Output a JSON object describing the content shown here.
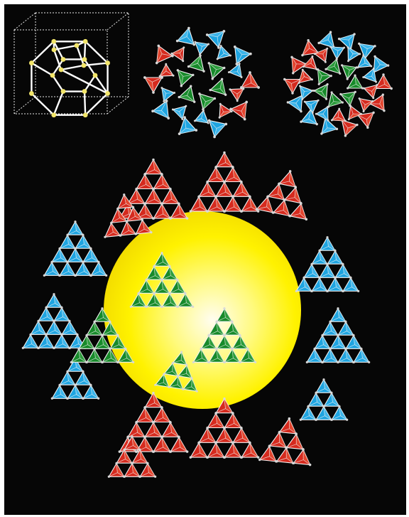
{
  "figure": {
    "background": "#060606",
    "frame_color": "#ffffff",
    "colors": {
      "red": "#d52a1e",
      "red_light": "#ee5a3a",
      "blue": "#1ea4e0",
      "blue_light": "#55c2f2",
      "green": "#178a2a",
      "green_light": "#3dab48",
      "yellow": "#fff200",
      "yellow_light": "#fffbe6",
      "edge": "#f4f4f4",
      "vertex_white": "#d8d8d8",
      "vertex_yellow": "#f2e56a"
    },
    "panels": [
      {
        "name": "cage-polyhedron-in-unit-cell",
        "shape": "truncated-octahedron wireframe with yellow vertices inside a dotted cube"
      },
      {
        "name": "tetrahedra-ring-single-layer",
        "shape": "ring of red, blue and green tetrahedra"
      },
      {
        "name": "tetrahedra-ring-double-layer",
        "shape": "denser ring of red, blue and green tetrahedra"
      },
      {
        "name": "supertetrahedral-framework",
        "shape": "large assembly of red, blue and green tetrahedral clusters around a yellow sphere"
      }
    ]
  }
}
